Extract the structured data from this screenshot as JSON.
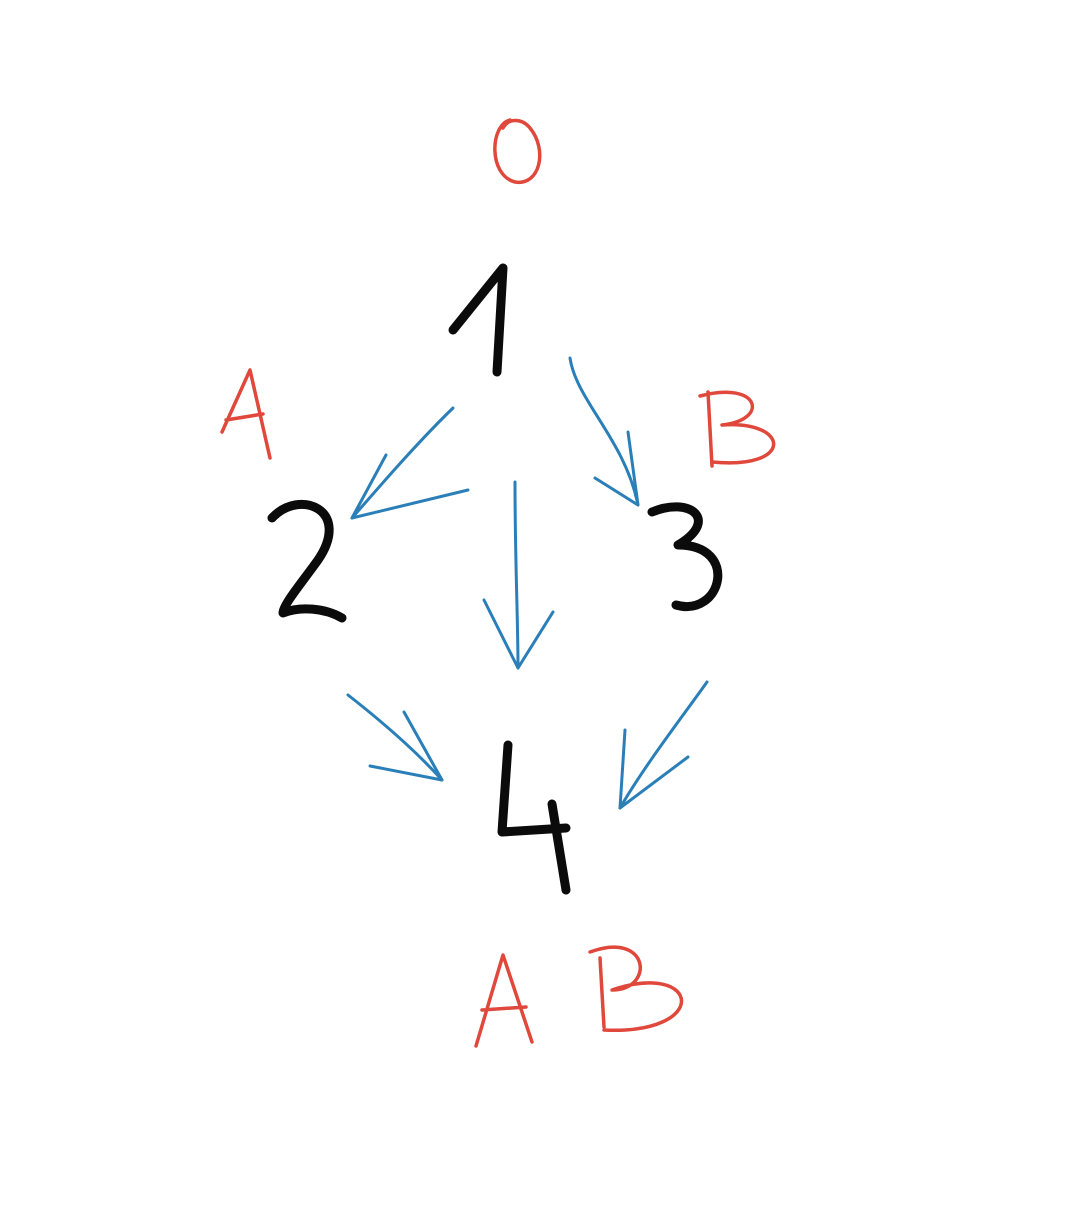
{
  "diagram": {
    "nodes": [
      {
        "id": "n1",
        "label": "1",
        "tag": "O"
      },
      {
        "id": "n2",
        "label": "2",
        "tag": "A"
      },
      {
        "id": "n3",
        "label": "3",
        "tag": "B"
      },
      {
        "id": "n4",
        "label": "4",
        "tag_left": "A",
        "tag_right": "B"
      }
    ],
    "edges": [
      {
        "from": "1",
        "to": "2"
      },
      {
        "from": "1",
        "to": "3"
      },
      {
        "from": "1",
        "to": "4"
      },
      {
        "from": "2",
        "to": "4"
      },
      {
        "from": "3",
        "to": "4"
      }
    ],
    "colors": {
      "node": "#0b0b0b",
      "tag": "#e0483c",
      "arrow": "#2a7fb8"
    }
  }
}
